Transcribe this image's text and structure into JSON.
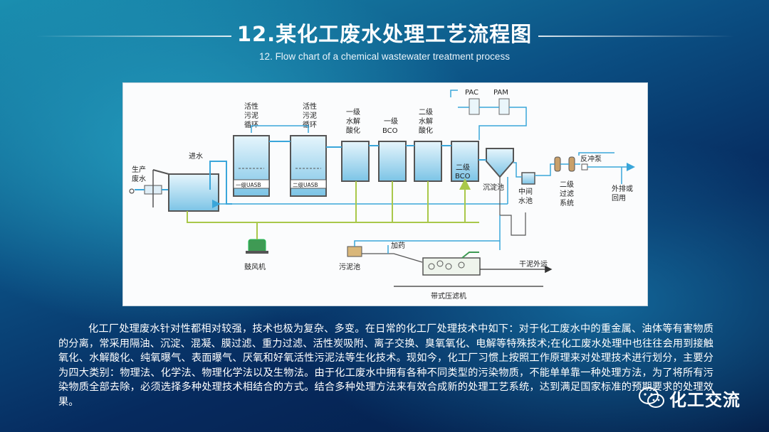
{
  "slide": {
    "title_cn": "12.某化工废水处理工艺流程图",
    "title_en": "12. Flow chart of a chemical wastewater treatment process",
    "body": "化工厂处理废水针对性都相对较强，技术也极为复杂、多变。在日常的化工厂处理技术中如下：对于化工废水中的重金属、油体等有害物质的分离，常采用隔油、沉淀、混凝、膜过滤、重力过滤、活性炭吸附、离子交换、臭氧氧化、电解等特殊技术;在化工废水处理中也往往会用到接触氧化、水解酸化、纯氧曝气、表面曝气、厌氧和好氧活性污泥法等生化技术。现如今，化工厂习惯上按照工作原理来对处理技术进行划分，主要分为四大类别：物理法、化学法、物理化学法以及生物法。由于化工废水中拥有各种不同类型的污染物质，不能单单靠一种处理方法，为了将所有污染物质全部去除，必须选择多种处理技术相结合的方式。结合多种处理方法来有效合成新的处理工艺系统，达到满足国家标准的预期要求的处理效果。"
  },
  "brand": {
    "name": "化工交流",
    "icon": "wechat-icon"
  },
  "diagram": {
    "labels": {
      "raw": [
        "生产",
        "废水"
      ],
      "inflow": "进水",
      "sludge_recycle": [
        "活性",
        "污泥",
        "循环"
      ],
      "uasb1": "一级UASB",
      "uasb2": "二级UASB",
      "hyd1": [
        "一级",
        "水解",
        "酸化"
      ],
      "bco1": [
        "一级",
        "BCO"
      ],
      "hyd2": [
        "二级",
        "水解",
        "酸化"
      ],
      "bco2": [
        "二级",
        "BCO"
      ],
      "pac": "PAC",
      "pam": "PAM",
      "settling": "沉淀池",
      "mid_pool": [
        "中间",
        "水池"
      ],
      "filter": [
        "二级",
        "过滤",
        "系统"
      ],
      "backwash": "反冲泵",
      "discharge": [
        "外排或",
        "回用"
      ],
      "blower": "鼓风机",
      "sludge_pool": "污泥池",
      "dosing": "加药",
      "dry_mud": "干泥外运",
      "belt_press": "带式压滤机"
    },
    "colors": {
      "water": "#3aa6da",
      "air": "#a9c84a",
      "tank": "#5b5b5b",
      "tank_fill": "#cde9f6"
    }
  }
}
